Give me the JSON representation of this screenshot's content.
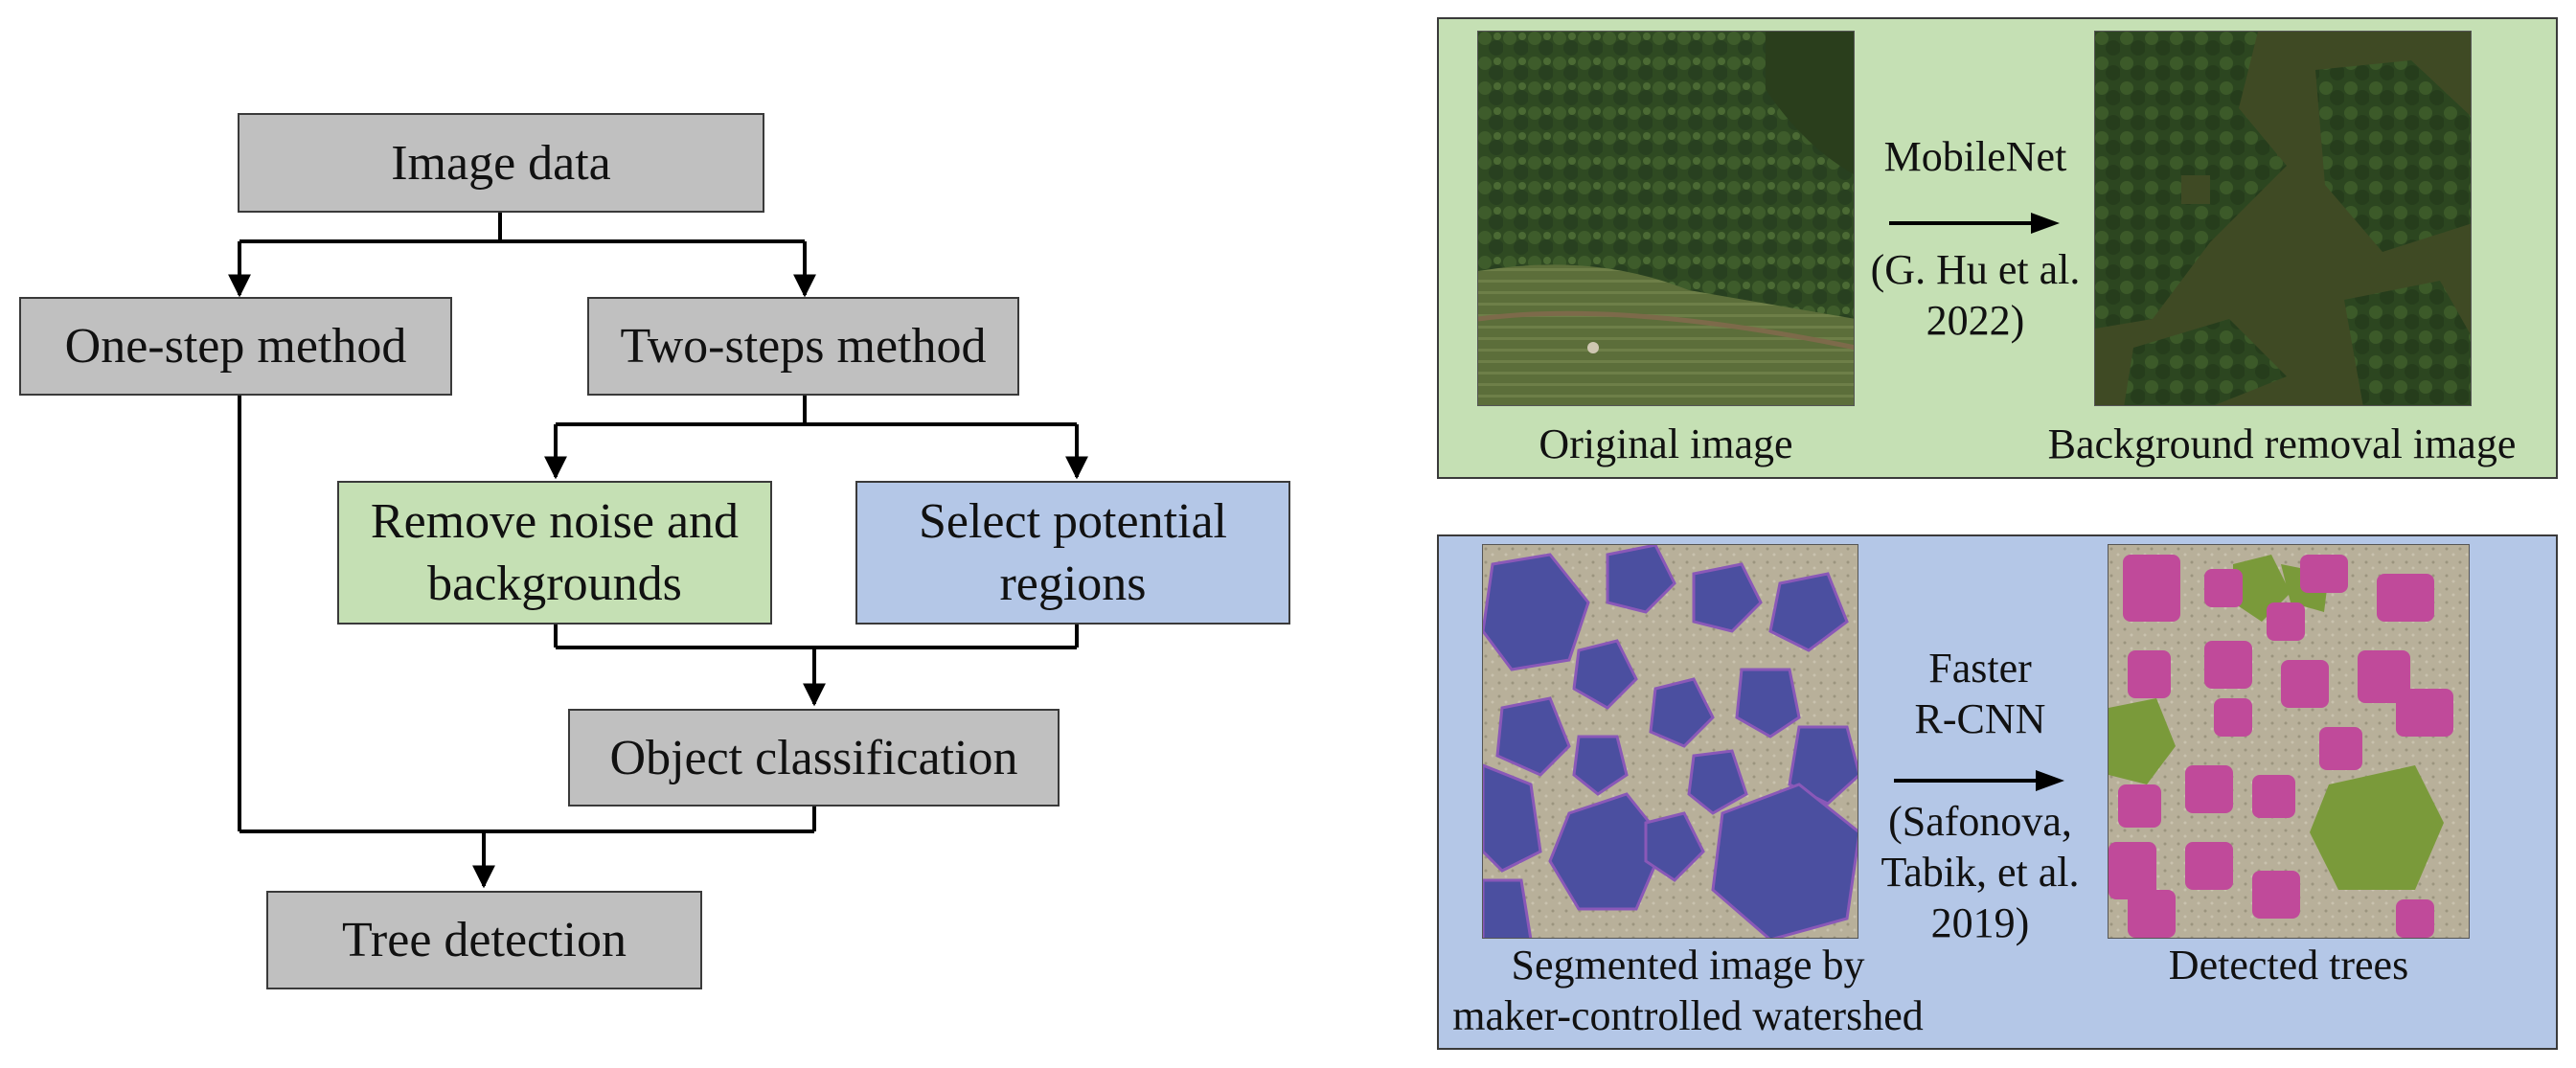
{
  "flowchart": {
    "image_data": "Image data",
    "one_step": "One-step method",
    "two_steps": "Two-steps method",
    "remove_noise_line1": "Remove noise and",
    "remove_noise_line2": "backgrounds",
    "select_regions_line1": "Select potential",
    "select_regions_line2": "regions",
    "object_classification": "Object classification",
    "tree_detection": "Tree detection"
  },
  "top_panel": {
    "original_caption": "Original image",
    "removal_caption": "Background removal image",
    "method_name": "MobileNet",
    "citation_line1": "(G. Hu et al.",
    "citation_line2": "2022)"
  },
  "bottom_panel": {
    "segmented_caption_line1": "Segmented image by",
    "segmented_caption_line2": "maker-controlled watershed",
    "detected_caption": "Detected trees",
    "method_line1": "Faster",
    "method_line2": "R-CNN",
    "citation_line1": "(Safonova,",
    "citation_line2": "Tabik, et al.",
    "citation_line3": "2019)"
  },
  "colors": {
    "gray_box": "#c0c0c0",
    "green_box": "#c5e0b4",
    "blue_box": "#b4c7e7",
    "segment_purple": "#4b4fa0",
    "detect_magenta": "#c04a9a",
    "detect_green": "#7a9a3a"
  }
}
